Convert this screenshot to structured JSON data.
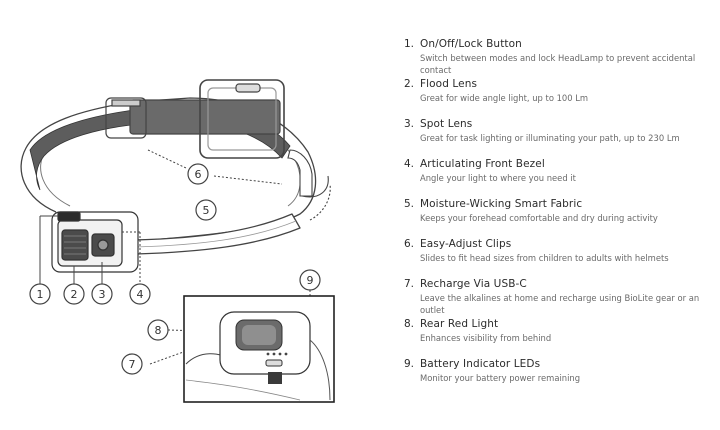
{
  "callouts": [
    "1",
    "2",
    "3",
    "4",
    "5",
    "6",
    "7",
    "8",
    "9"
  ],
  "features": [
    {
      "num": "1.",
      "title": "On/Off/Lock Button",
      "desc": "Switch between modes and lock HeadLamp to prevent accidental contact"
    },
    {
      "num": "2.",
      "title": "Flood Lens",
      "desc": "Great for wide angle light, up to 100 Lm"
    },
    {
      "num": "3.",
      "title": "Spot Lens",
      "desc": "Great for task lighting or illuminating your path, up to 230 Lm"
    },
    {
      "num": "4.",
      "title": "Articulating Front Bezel",
      "desc": "Angle your light to where you need it"
    },
    {
      "num": "5.",
      "title": "Moisture-Wicking Smart Fabric",
      "desc": "Keeps your forehead comfortable and dry during activity"
    },
    {
      "num": "6.",
      "title": "Easy-Adjust Clips",
      "desc": "Slides to fit head sizes from children to adults with helmets"
    },
    {
      "num": "7.",
      "title": "Recharge Via USB-C",
      "desc": "Leave the alkalines at home and recharge using BioLite gear or an outlet"
    },
    {
      "num": "8.",
      "title": "Rear Red Light",
      "desc": "Enhances visibility from behind"
    },
    {
      "num": "9.",
      "title": "Battery Indicator LEDs",
      "desc": "Monitor your battery power remaining"
    }
  ]
}
